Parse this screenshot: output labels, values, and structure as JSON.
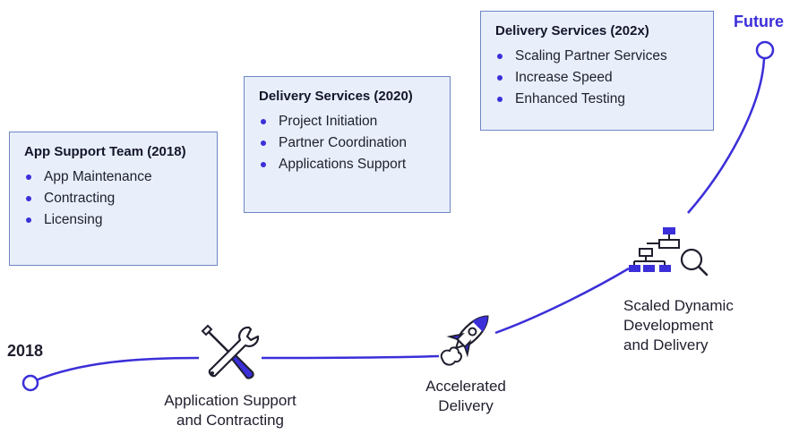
{
  "timeline": {
    "start_label": "2018",
    "end_label": "Future",
    "line_color": "#3b2fd9"
  },
  "cards": [
    {
      "title": "App Support Team (2018)",
      "items": [
        "App Maintenance",
        "Contracting",
        "Licensing"
      ]
    },
    {
      "title": "Delivery Services (2020)",
      "items": [
        "Project Initiation",
        "Partner Coordination",
        "Applications Support"
      ]
    },
    {
      "title": "Delivery Services (202x)",
      "items": [
        "Scaling Partner Services",
        "Increase Speed",
        "Enhanced Testing"
      ]
    }
  ],
  "milestones": [
    {
      "label": "Application Support\nand Contracting",
      "icon": "wrench-screwdriver-icon"
    },
    {
      "label": "Accelerated\nDelivery",
      "icon": "rocket-icon"
    },
    {
      "label": "Scaled Dynamic\nDevelopment\nand Delivery",
      "icon": "org-chart-search-icon"
    }
  ],
  "colors": {
    "accent": "#3b2fd9",
    "card_bg": "#e8effb",
    "card_border": "#6f86c6",
    "icon_dark": "#1f1f2e"
  }
}
